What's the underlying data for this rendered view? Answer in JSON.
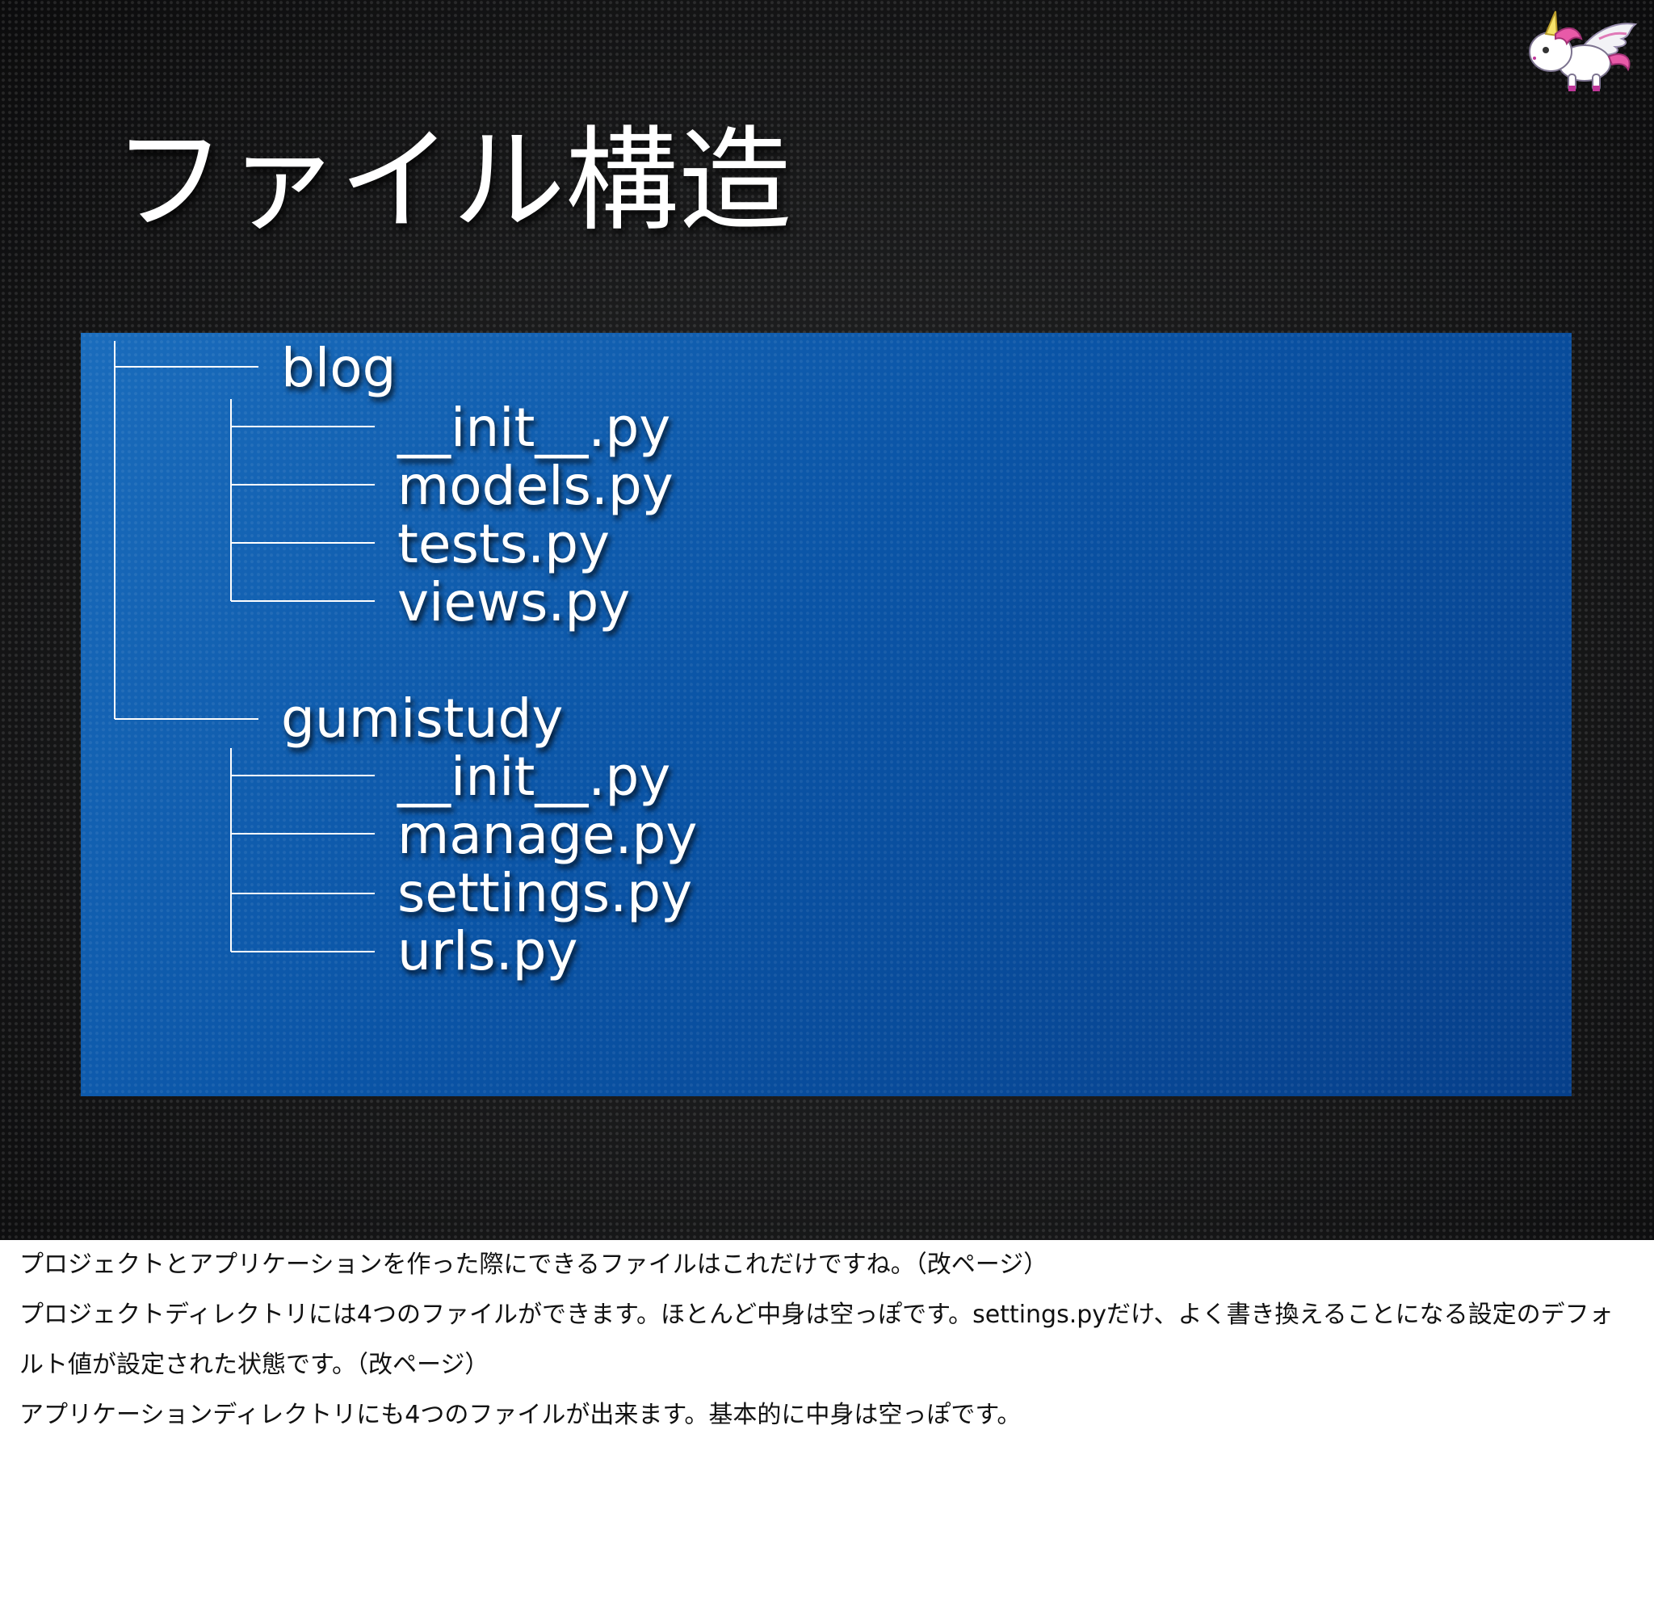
{
  "slide": {
    "title": "ファイル構造",
    "tree": {
      "dir1": "blog",
      "dir1_files": [
        "__init__.py",
        "models.py",
        "tests.py",
        "views.py"
      ],
      "dir2": "gumistudy",
      "dir2_files": [
        "__init__.py",
        "manage.py",
        "settings.py",
        "urls.py"
      ]
    },
    "colors": {
      "background": "#1b1c1e",
      "panel": "#0a54a6",
      "text": "#ffffff"
    },
    "mascot_icon": "winged-unicorn-mascot"
  },
  "notes": [
    "プロジェクトとアプリケーションを作った際にできるファイルはこれだけですね。（改ページ）",
    "プロジェクトディレクトリには4つのファイルができます。ほとんど中身は空っぽです。settings.pyだけ、よく書き換えることになる設定のデフォルト値が設定された状態です。（改ページ）",
    "アプリケーションディレクトリにも4つのファイルが出来ます。基本的に中身は空っぽです。"
  ]
}
